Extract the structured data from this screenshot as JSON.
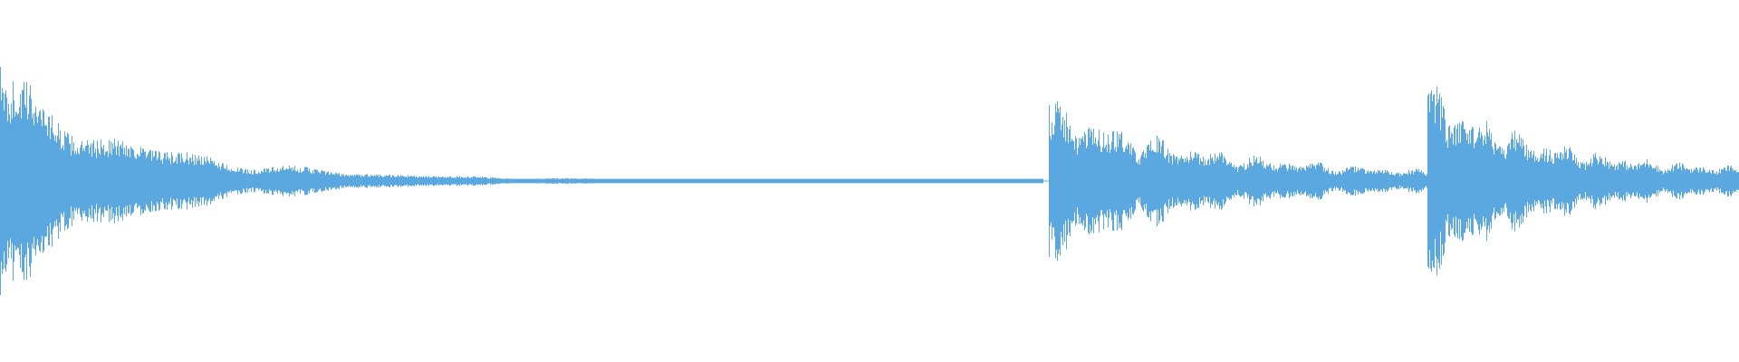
{
  "waveform": {
    "color": "#5BA8E0",
    "background": "#FFFFFF",
    "segments": [
      {
        "name": "segment-1",
        "start": 0.0,
        "end": 0.6,
        "peak": 0.6,
        "decay": 7.5,
        "tail": 0.008
      },
      {
        "name": "segment-2",
        "start": 0.603,
        "end": 0.821,
        "peak": 0.4,
        "decay": 2.6,
        "tail": 0.05
      },
      {
        "name": "segment-3",
        "start": 0.821,
        "end": 1.0,
        "peak": 0.45,
        "decay": 3.2,
        "tail": 0.1
      }
    ],
    "gap_level": 0.012
  }
}
